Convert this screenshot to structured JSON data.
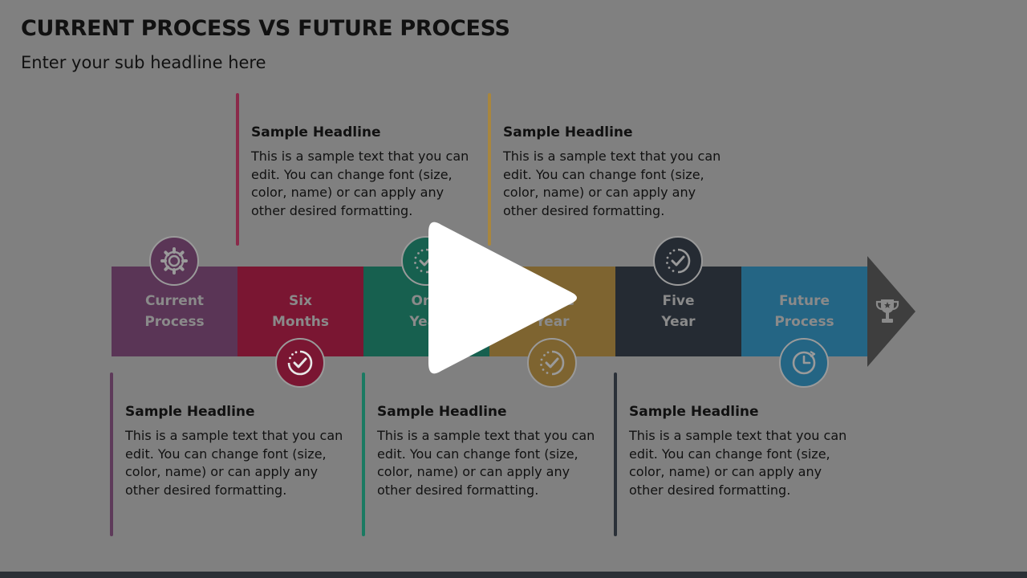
{
  "slide": {
    "title": "CURRENT PROCESS VS FUTURE PROCESS",
    "subtitle": "Enter your sub headline here"
  },
  "stages": [
    {
      "label": "Current\nProcess",
      "color": "#5a3556",
      "icon": "gear-icon"
    },
    {
      "label": "Six\nMonths",
      "color": "#7a1632",
      "icon": "clock-check-icon"
    },
    {
      "label": "One\nYear",
      "color": "#17604f",
      "icon": "progress-check-icon"
    },
    {
      "label": "Three\nYear",
      "color": "#7e6430",
      "icon": "progress-check-icon"
    },
    {
      "label": "Five\nYear",
      "color": "#252b33",
      "icon": "progress-check-icon"
    },
    {
      "label": "Future\nProcess",
      "color": "#246584",
      "icon": "clock-icon"
    }
  ],
  "arrow": {
    "color": "#3e3e3e",
    "end_icon": "trophy-icon"
  },
  "notes": [
    {
      "headline": "Sample Headline",
      "text": "This is a sample text that you can\nedit.  You can change font (size,\ncolor, name) or can apply any\nother desired formatting.",
      "color": "#8a2a4a"
    },
    {
      "headline": "Sample Headline",
      "text": "This is a sample text that you can\nedit.  You can change font (size,\ncolor, name) or can apply any\nother desired formatting.",
      "color": "#a8863e"
    },
    {
      "headline": "Sample Headline",
      "text": "This is a sample text that you can\nedit.  You can change font (size,\ncolor, name) or can apply any\nother desired formatting.",
      "color": "#5e3a5a"
    },
    {
      "headline": "Sample Headline",
      "text": "This is a sample text that you can\nedit.  You can change font (size,\ncolor, name) or can apply any\nother desired formatting.",
      "color": "#1a7a62"
    },
    {
      "headline": "Sample Headline",
      "text": "This is a sample text that you can\nedit.  You can change font (size,\ncolor, name) or can apply any\nother desired formatting.",
      "color": "#2a3038"
    }
  ],
  "overlay": {
    "icon": "play-icon"
  }
}
